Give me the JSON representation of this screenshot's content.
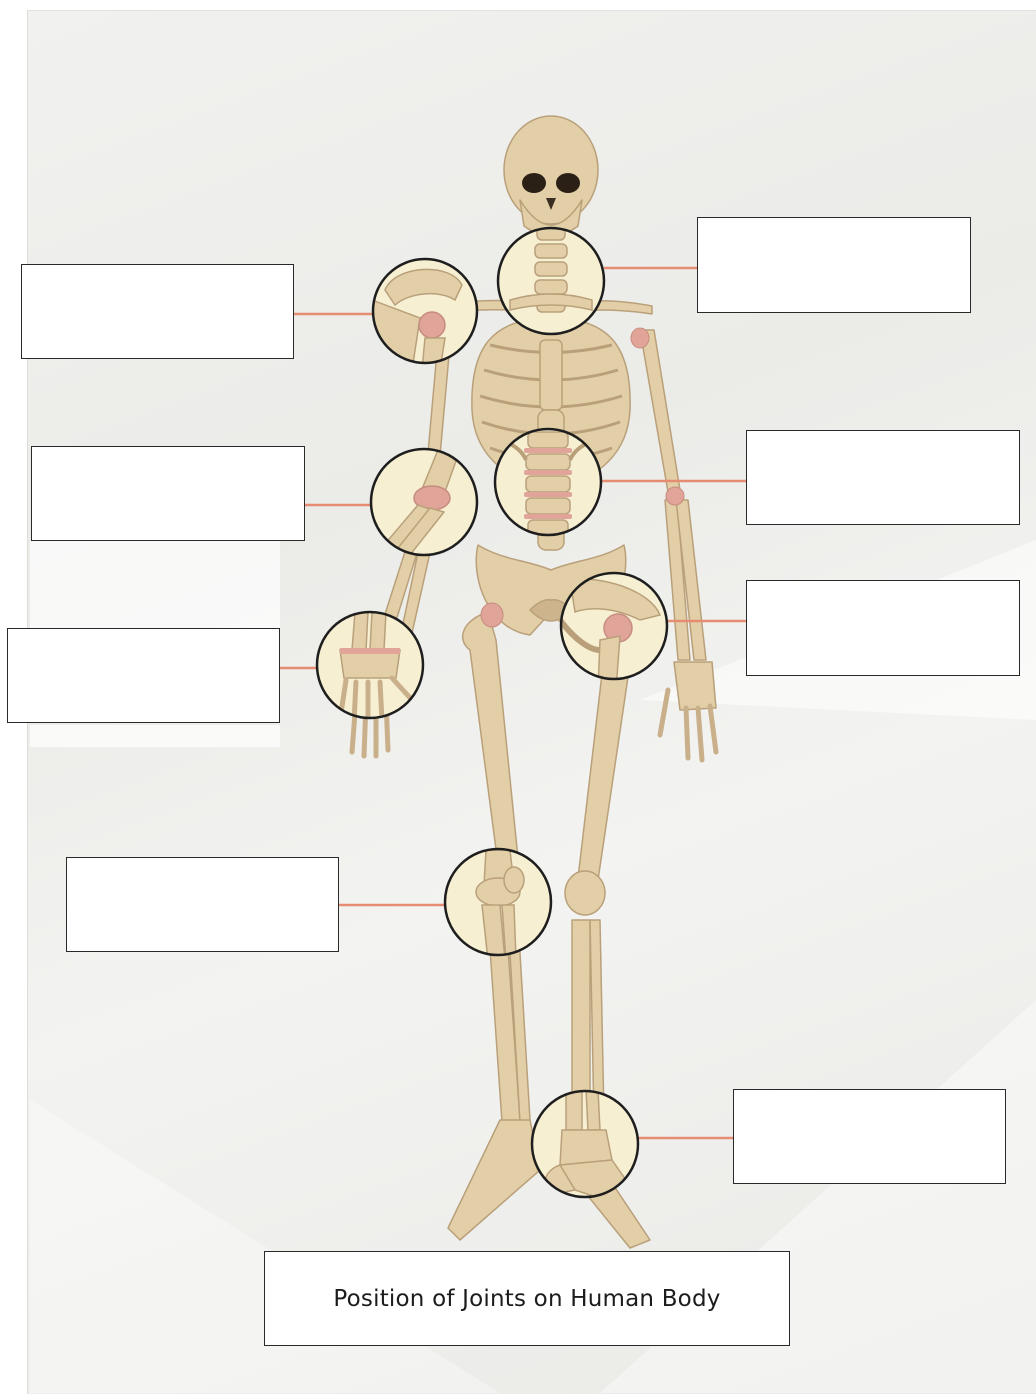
{
  "title": "Position of Joints on Human Body",
  "colors": {
    "bone": "#e2cfa7",
    "bone_shade": "#c9b08a",
    "cartilage": "#e0a598",
    "leader_line": "#e58c73",
    "callout_fill": "#f6efd2",
    "callout_border": "#1e1e1e"
  },
  "callouts": [
    {
      "joint": "neck",
      "label": ""
    },
    {
      "joint": "shoulder",
      "label": ""
    },
    {
      "joint": "spine",
      "label": ""
    },
    {
      "joint": "elbow",
      "label": ""
    },
    {
      "joint": "hip",
      "label": ""
    },
    {
      "joint": "wrist",
      "label": ""
    },
    {
      "joint": "knee",
      "label": ""
    },
    {
      "joint": "ankle",
      "label": ""
    }
  ]
}
